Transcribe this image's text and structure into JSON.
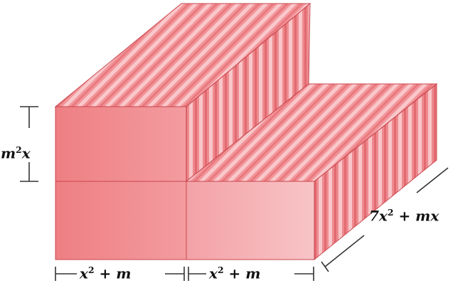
{
  "labels": {
    "height_base": "m",
    "height_exp": "2",
    "height_tail": "x",
    "width_left_base": "x",
    "width_left_exp": "2",
    "width_left_tail": " + m",
    "width_right_base": "x",
    "width_right_exp": "2",
    "width_right_tail": " + m",
    "depth_pre": "7",
    "depth_base": "x",
    "depth_exp": "2",
    "depth_tail": " + mx"
  },
  "colors": {
    "front_light": "#f5b7bb",
    "front_dark": "#ec7c7f",
    "stripe_light": "#f8c2c5",
    "stripe_dark": "#e46b71",
    "edge": "#c9454c",
    "dim_line": "#333333"
  }
}
